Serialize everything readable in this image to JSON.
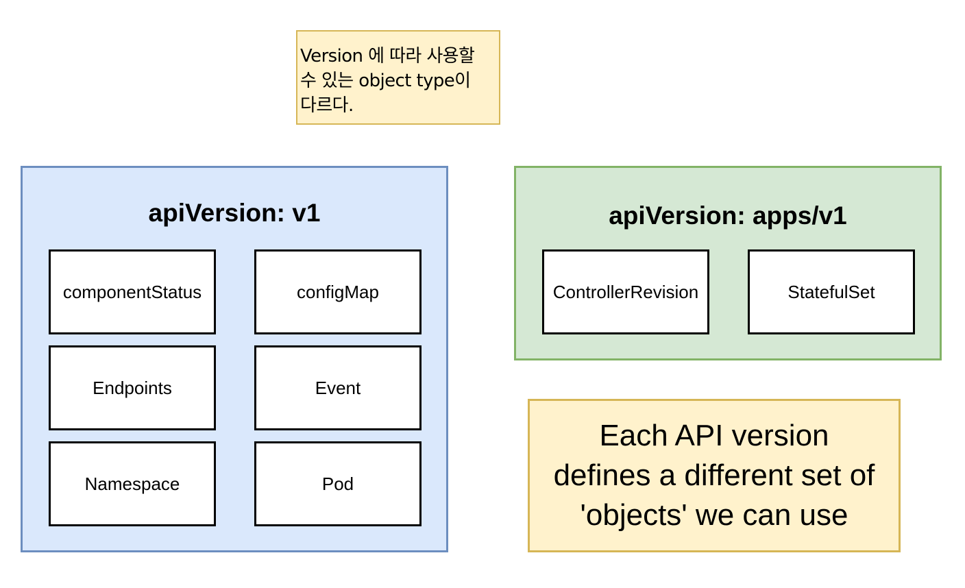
{
  "note_korean": {
    "line1": "Version 에 따라 사용할",
    "line2": "수 있는 object type이",
    "line3": "다르다."
  },
  "group_v1": {
    "title": "apiVersion: v1",
    "objects": [
      "componentStatus",
      "configMap",
      "Endpoints",
      "Event",
      "Namespace",
      "Pod"
    ]
  },
  "group_apps_v1": {
    "title": "apiVersion: apps/v1",
    "objects": [
      "ControllerRevision",
      "StatefulSet"
    ]
  },
  "note_english": {
    "line1": "Each API version",
    "line2": "defines a different set of",
    "line3": "'objects' we can use"
  },
  "colors": {
    "v1_fill": "#dae8fc",
    "v1_border": "#6c8ebf",
    "apps_fill": "#d5e8d4",
    "apps_border": "#82b366",
    "note_fill": "#fff2cc",
    "note_border": "#d6b656"
  }
}
